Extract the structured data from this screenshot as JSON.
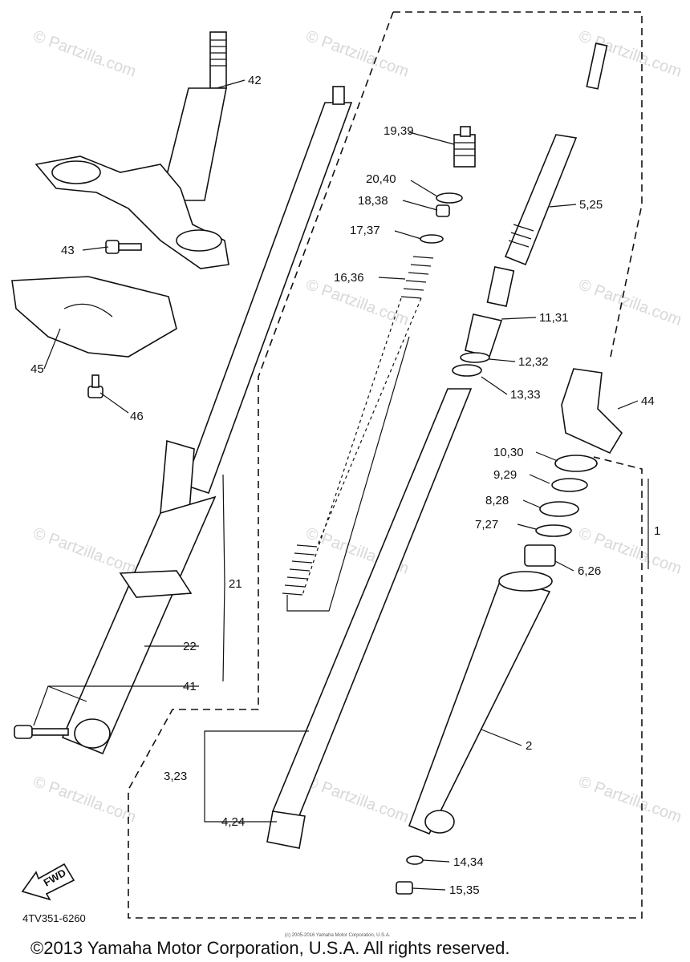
{
  "diagram": {
    "drawing_code": "4TV351-6260",
    "fwd_label": "FWD",
    "copyright": "©2013 Yamaha Motor Corporation, U.S.A. All rights reserved.",
    "small_copyright": "(c) 2005-2016 Yamaha Motor Corporation, U.S.A.",
    "watermark_text": "© Partzilla.com",
    "callouts": {
      "c1": "1",
      "c2": "2",
      "c3_23": "3,23",
      "c4_24": "4,24",
      "c5_25": "5,25",
      "c6_26": "6,26",
      "c7_27": "7,27",
      "c8_28": "8,28",
      "c9_29": "9,29",
      "c10_30": "10,30",
      "c11_31": "11,31",
      "c12_32": "12,32",
      "c13_33": "13,33",
      "c14_34": "14,34",
      "c15_35": "15,35",
      "c16_36": "16,36",
      "c17_37": "17,37",
      "c18_38": "18,38",
      "c19_39": "19,39",
      "c20_40": "20,40",
      "c21": "21",
      "c22": "22",
      "c41": "41",
      "c42": "42",
      "c43": "43",
      "c44": "44",
      "c45": "45",
      "c46": "46"
    }
  }
}
